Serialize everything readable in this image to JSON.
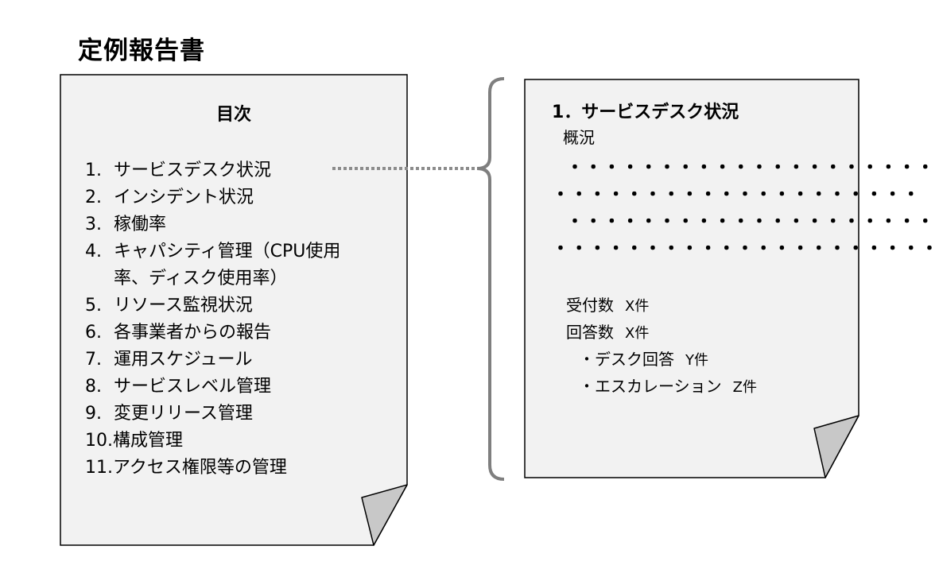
{
  "title": "定例報告書",
  "toc": {
    "heading": "目次",
    "items": [
      {
        "num": "1.",
        "text": "サービスデスク状況"
      },
      {
        "num": "2.",
        "text": "インシデント状況"
      },
      {
        "num": "3.",
        "text": "稼働率"
      },
      {
        "num": "4.",
        "text": "キャパシティ管理（CPU使用率、ディスク使用率）"
      },
      {
        "num": "5.",
        "text": "リソース監視状況"
      },
      {
        "num": "6.",
        "text": "各事業者からの報告"
      },
      {
        "num": "7.",
        "text": "運用スケジュール"
      },
      {
        "num": "8.",
        "text": "サービスレベル管理"
      },
      {
        "num": "9.",
        "text": "変更リリース管理"
      },
      {
        "num": "10.",
        "text": "構成管理"
      },
      {
        "num": "11.",
        "text": "アクセス権限等の管理"
      }
    ]
  },
  "detail": {
    "heading": "1．サービスデスク状況",
    "overview_label": "概況",
    "dot_lines": [
      "・・・・・・・・・・・・・・・・・・・・・・",
      "・・・・・・・・・・・・・・・・・・・・",
      "・・・・・・・・・・・・・・・・・・・・・・",
      "・・・・・・・・・・・・・・・・・・・・・・"
    ],
    "stats": [
      {
        "label": "受付数",
        "value": "X件"
      },
      {
        "label": "回答数",
        "value": "X件"
      },
      {
        "label": "・デスク回答",
        "value": "Y件"
      },
      {
        "label": "・エスカレーション",
        "value": "Z件"
      }
    ]
  },
  "colors": {
    "page_fill": "#f2f2f2",
    "page_stroke": "#000000",
    "fold_fill": "#c8c8c8",
    "bracket": "#7f7f7f",
    "connector": "#8c8c8c"
  }
}
